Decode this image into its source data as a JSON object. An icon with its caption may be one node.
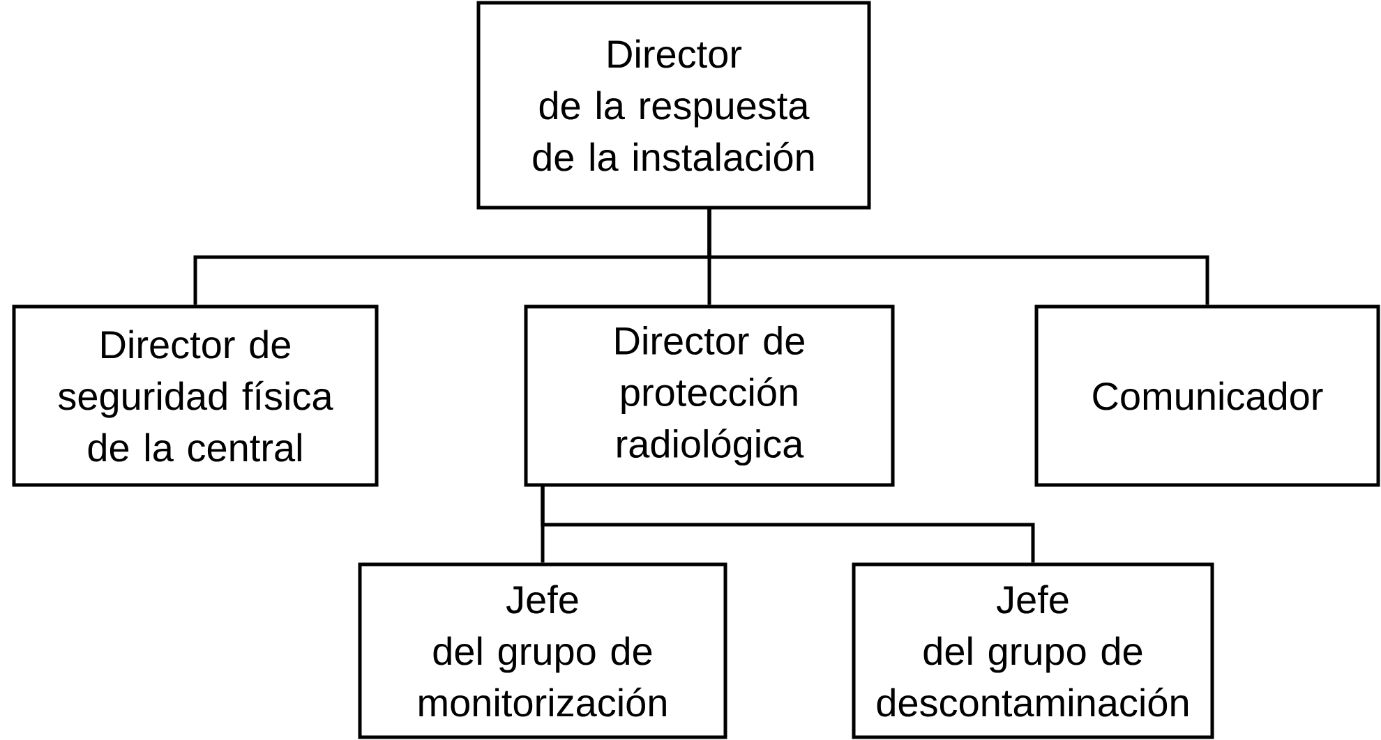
{
  "diagram": {
    "nodes": [
      {
        "text": [
          "Director de la respuesta de la instalación"
        ]
      },
      {
        "text": [
          "Director de seguridad física de la central"
        ]
      },
      {
        "text": [
          "Director de protección radiológica"
        ]
      },
      {
        "text": [
          "Comunicador"
        ]
      },
      {
        "text": [
          "Jefe del grupo de monitorización"
        ]
      },
      {
        "text": [
          "Jefe del grupo de descontaminación"
        ]
      }
    ],
    "edges": [
      {
        "from": 0,
        "to": 1,
        "arrow": "none"
      },
      {
        "from": 0,
        "to": 2,
        "arrow": "none"
      },
      {
        "from": 0,
        "to": 3,
        "arrow": "none"
      },
      {
        "from": 2,
        "to": 4,
        "arrow": "none"
      },
      {
        "from": 2,
        "to": 5,
        "arrow": "none"
      }
    ]
  }
}
